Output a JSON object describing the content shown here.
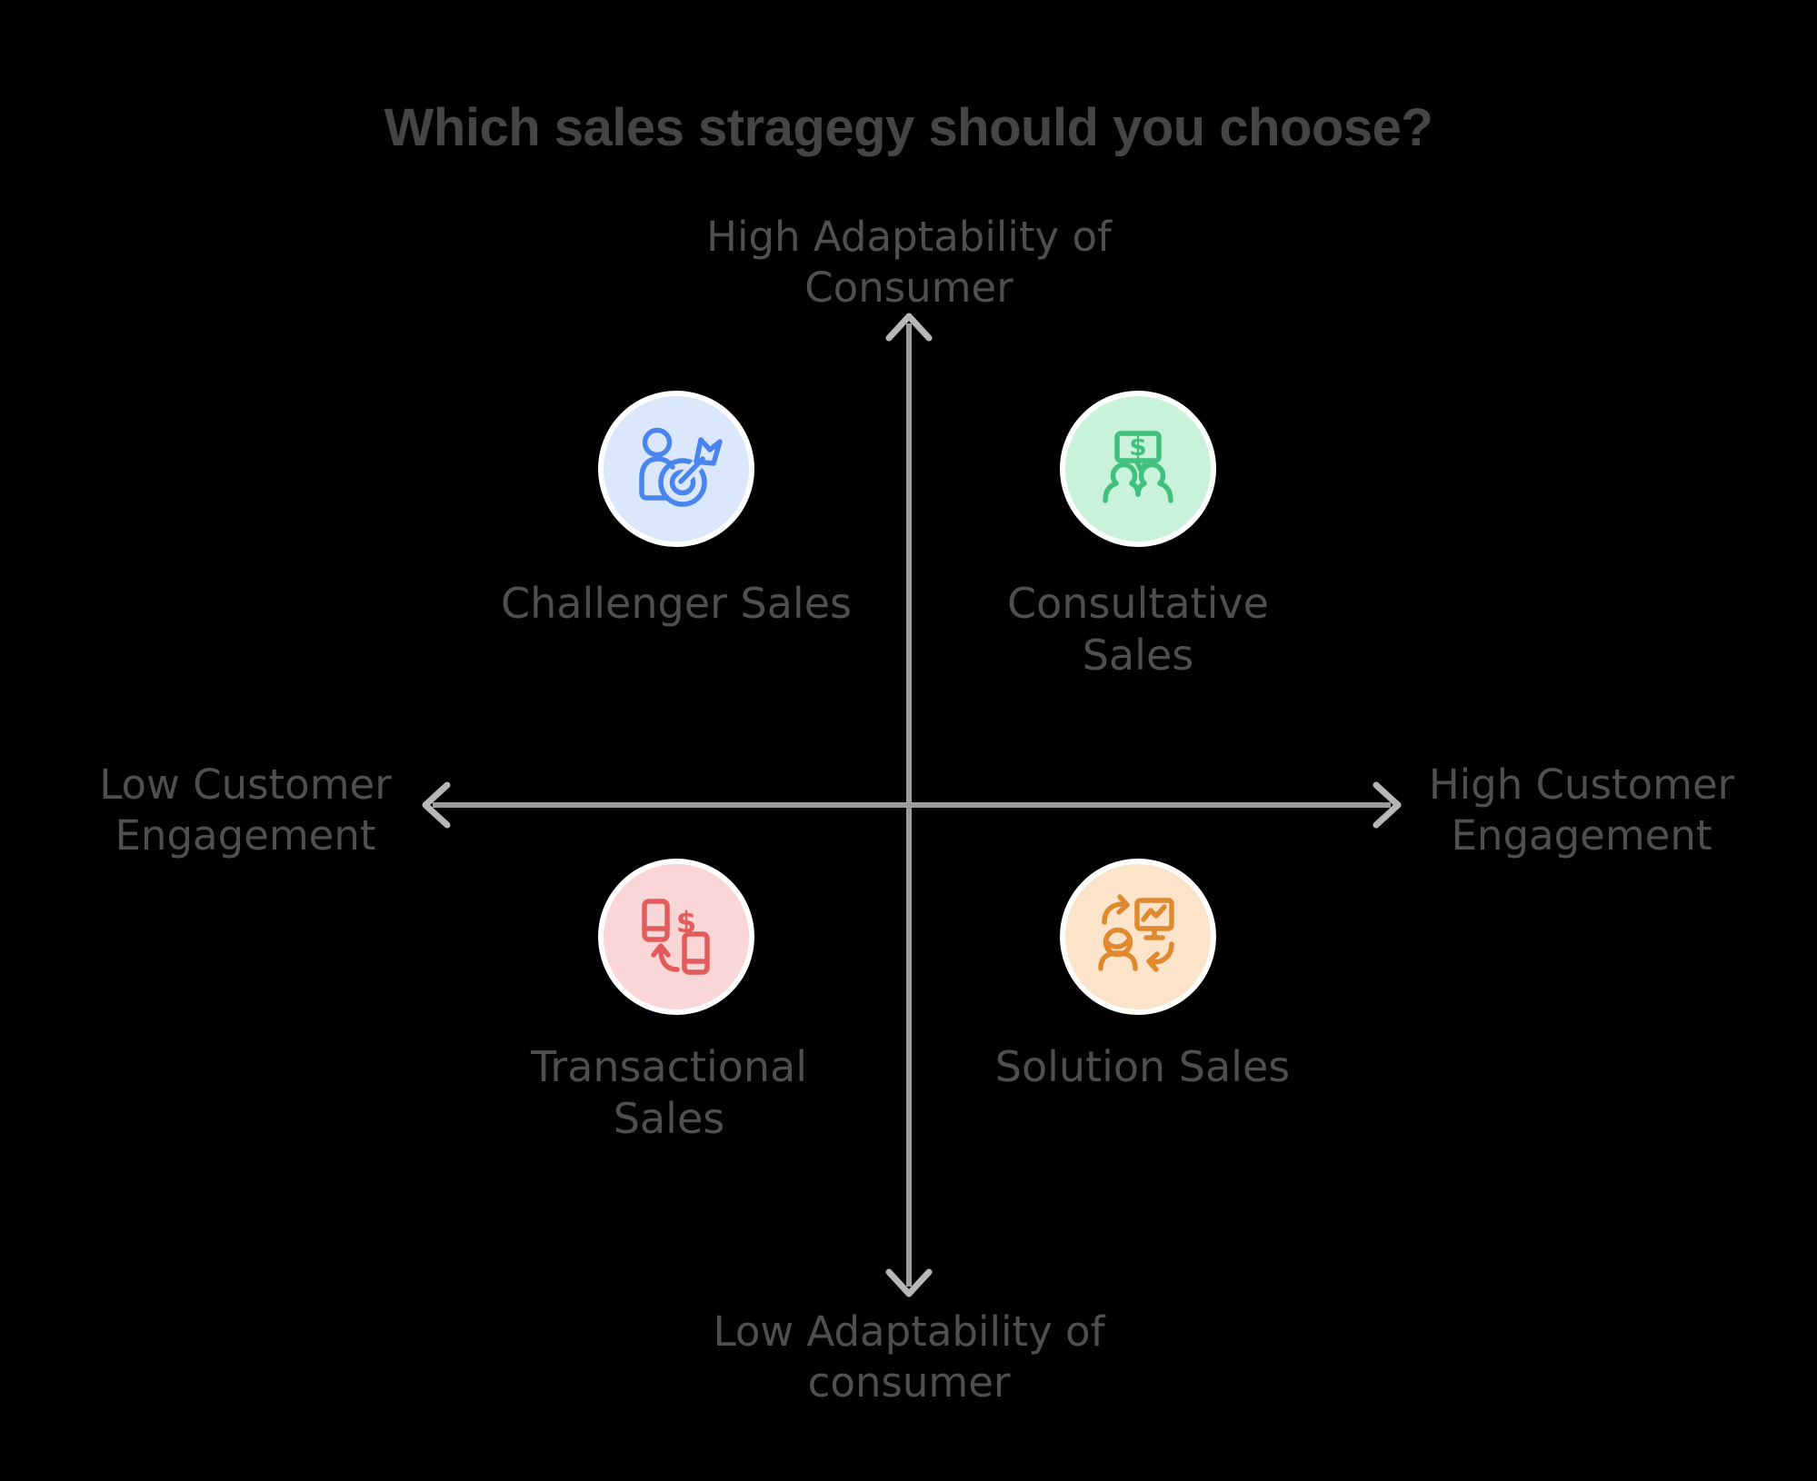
{
  "title": "Which sales stragegy should you choose?",
  "diagram": {
    "type": "quadrant-matrix",
    "axes": {
      "vertical_top": "High Adaptability of\nConsumer",
      "vertical_bottom": "Low Adaptability of\nconsumer",
      "horizontal_left": "Low Customer\nEngagement",
      "horizontal_right": "High Customer\nEngagement"
    },
    "quadrants": [
      {
        "position": "top-left",
        "label": "Challenger Sales",
        "icon": "person-with-target-dart-icon",
        "circle_fill": "#dbe7fb",
        "icon_color": "#4a84ee"
      },
      {
        "position": "top-right",
        "label": "Consultative\nSales",
        "icon": "people-dollar-speech-bubble-icon",
        "circle_fill": "#c9f2da",
        "icon_color": "#41c07e"
      },
      {
        "position": "bottom-left",
        "label": "Transactional\nSales",
        "icon": "phones-money-exchange-icon",
        "circle_fill": "#fbd6d6",
        "icon_color": "#e25c5c"
      },
      {
        "position": "bottom-right",
        "label": "Solution Sales",
        "icon": "person-monitor-cycle-icon",
        "circle_fill": "#fbe4ca",
        "icon_color": "#e0892f"
      }
    ],
    "dollar_sign": "$"
  },
  "colors": {
    "background": "#000000",
    "title_text": "#454545",
    "label_text": "#4f4f4f",
    "axis_line": "#9c9c9c",
    "arrowhead": "#b7b7b7",
    "circle_ring": "#ffffff"
  }
}
